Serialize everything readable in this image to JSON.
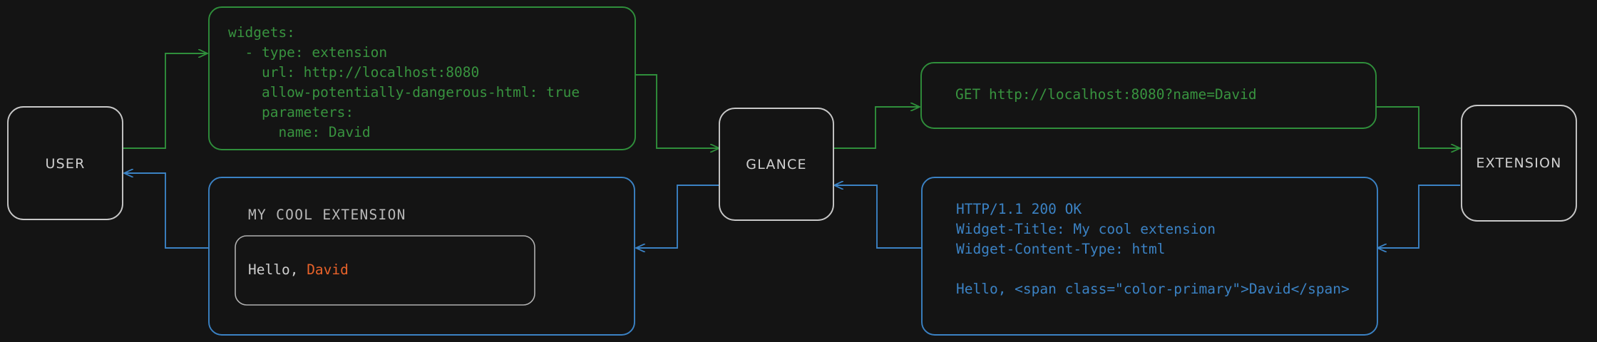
{
  "colors": {
    "background": "#141414",
    "node_border": "#c8c8c8",
    "node_text": "#d0d0d0",
    "green": "#2f8f3b",
    "green_text": "#38933f",
    "blue": "#3b82c4",
    "blue_text": "#3b82c4",
    "panel_border_gray": "#b0b0b0",
    "accent_orange": "#e8622a",
    "widget_text": "#cfcfcf"
  },
  "nodes": {
    "user": {
      "label": "USER"
    },
    "glance": {
      "label": "GLANCE"
    },
    "extension": {
      "label": "EXTENSION"
    }
  },
  "panels": {
    "config_yaml": {
      "color": "green",
      "lines": [
        "widgets:",
        "  - type: extension",
        "    url: http://localhost:8080",
        "    allow-potentially-dangerous-html: true",
        "    parameters:",
        "      name: David"
      ],
      "text": "widgets:\n  - type: extension\n    url: http://localhost:8080\n    allow-potentially-dangerous-html: true\n    parameters:\n      name: David"
    },
    "http_request": {
      "color": "green",
      "text": "GET http://localhost:8080?name=David"
    },
    "http_response": {
      "color": "blue",
      "lines": [
        "HTTP/1.1 200 OK",
        "Widget-Title: My cool extension",
        "Widget-Content-Type: html",
        "",
        "Hello, <span class=\"color-primary\">David</span>"
      ],
      "text": "HTTP/1.1 200 OK\nWidget-Title: My cool extension\nWidget-Content-Type: html\n\nHello, <span class=\"color-primary\">David</span>"
    },
    "rendered_widget": {
      "color": "blue",
      "title": "MY COOL EXTENSION",
      "body_prefix": "Hello, ",
      "body_accent": "David"
    }
  },
  "edges": [
    {
      "name": "user-to-config",
      "color": "green",
      "arrow": true
    },
    {
      "name": "config-to-glance",
      "color": "green",
      "arrow": true
    },
    {
      "name": "glance-to-request",
      "color": "green",
      "arrow": true
    },
    {
      "name": "request-to-extension",
      "color": "green",
      "arrow": true
    },
    {
      "name": "extension-to-response",
      "color": "blue",
      "arrow": true
    },
    {
      "name": "response-to-glance",
      "color": "blue",
      "arrow": true
    },
    {
      "name": "glance-to-widget",
      "color": "blue",
      "arrow": true
    },
    {
      "name": "widget-to-user",
      "color": "blue",
      "arrow": true
    }
  ]
}
